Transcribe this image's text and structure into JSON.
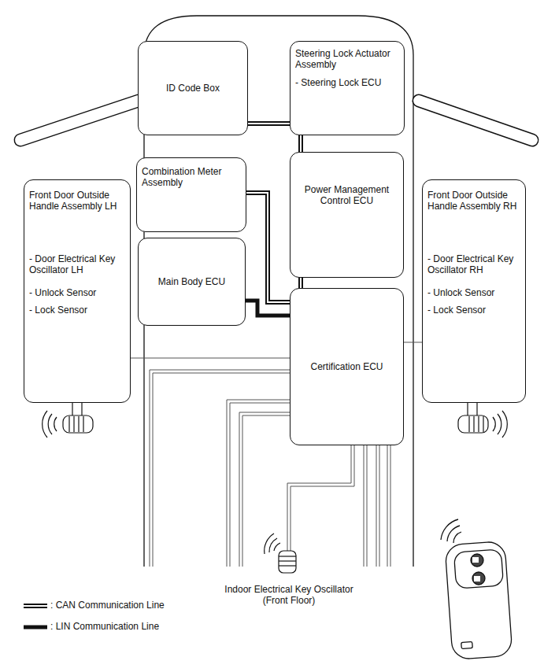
{
  "diagram": {
    "nodes": [
      {
        "text": [
          "ID Code Box"
        ]
      },
      {
        "text": [
          "Steering Lock Actuator Assembly",
          "- Steering Lock ECU"
        ]
      },
      {
        "text": [
          "Combination Meter Assembly"
        ]
      },
      {
        "text": [
          "Power Management Control ECU"
        ]
      },
      {
        "text": [
          "Front Door Outside Handle Assembly LH",
          "- Door Electrical Key Oscillator LH",
          "- Unlock Sensor",
          "- Lock Sensor"
        ]
      },
      {
        "text": [
          "Main Body ECU"
        ]
      },
      {
        "text": [
          "Front Door Outside Handle Assembly RH",
          "- Door Electrical Key Oscillator RH",
          "- Unlock Sensor",
          "- Lock Sensor"
        ]
      },
      {
        "text": [
          "Certification ECU"
        ]
      }
    ],
    "edges": [
      {
        "from": 0,
        "to": 1,
        "arrow": "none"
      },
      {
        "from": 1,
        "to": 3,
        "arrow": "none"
      },
      {
        "from": 3,
        "to": 7,
        "arrow": "none"
      },
      {
        "from": 2,
        "to": 7,
        "arrow": "none"
      },
      {
        "from": 5,
        "to": 7,
        "arrow": "none"
      },
      {
        "from": 4,
        "to": 7,
        "arrow": "none"
      },
      {
        "from": 6,
        "to": 7,
        "arrow": "none"
      }
    ],
    "labels": [
      "Indoor Electrical Key Oscillator (Front Floor)"
    ],
    "legend": [
      {
        "text": ": CAN Communication Line"
      },
      {
        "text": ": LIN Communication Line"
      }
    ]
  }
}
